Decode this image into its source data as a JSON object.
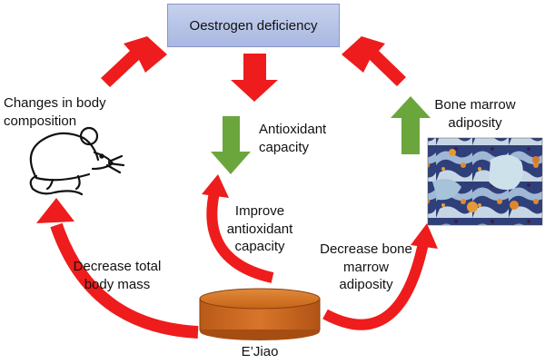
{
  "top_box": {
    "label": "Oestrogen deficiency"
  },
  "effects": {
    "body_composition": "Changes in body\ncomposition",
    "antioxidant": "Antioxidant\ncapacity",
    "bone_marrow": "Bone marrow\nadiposity"
  },
  "treatment": {
    "label": "E’Jiao",
    "outcomes": {
      "body_mass": "Decrease total\nbody mass",
      "antioxidant": "Improve\nantioxidant\ncapacity",
      "bone_marrow": "Decrease bone\nmarrow\nadiposity"
    }
  },
  "icons": {
    "mouse": "mouse-icon",
    "histology": "bone-marrow-histology-image"
  },
  "colors": {
    "red_arrow": "#ee1c1c",
    "green_arrow": "#6aa63c",
    "box_fill": "#b3c2e6",
    "cylinder": "#cf6a1e"
  }
}
